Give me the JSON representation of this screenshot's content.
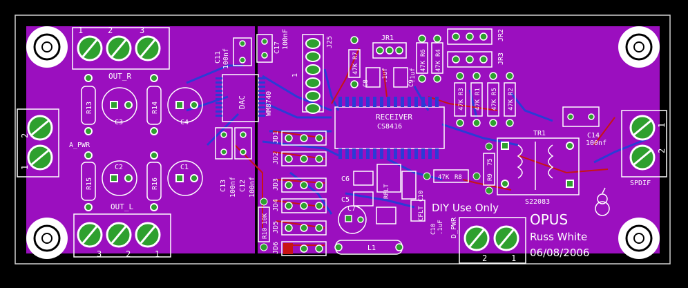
{
  "colors": {
    "background": "#000000",
    "outline": "#cfcfcf",
    "copper_fill": "#9b0fbf",
    "trace_blue": "#2b3bd6",
    "trace_red": "#c81414",
    "pad_green": "#2ea02e",
    "silk": "#ffffff"
  },
  "board": {
    "title": "OPUS",
    "author": "Russ White",
    "date": "06/08/2006",
    "notice": "DIY Use Only"
  },
  "ics": {
    "dac": {
      "name": "DAC",
      "part": "WM8740"
    },
    "receiver": {
      "name": "RECEIVER",
      "part": "CS8416"
    },
    "transformer": {
      "name": "TR1",
      "part": "S22083"
    }
  },
  "connectors": {
    "out_r": {
      "label": "OUT_R",
      "pins": [
        "1",
        "2",
        "3"
      ]
    },
    "out_l": {
      "label": "OUT_L",
      "pins": [
        "3",
        "2",
        "1"
      ]
    },
    "a_pwr": {
      "label": "A_PWR",
      "pins": [
        "2",
        "1"
      ]
    },
    "spdif": {
      "label": "SPDIF",
      "pins": [
        "1",
        "2"
      ]
    },
    "d_pwr": {
      "label": "D_PWR",
      "pins": [
        "2",
        "1"
      ]
    }
  },
  "parts": {
    "r13": "R13",
    "r14": "R14",
    "r15": "R15",
    "r16": "R16",
    "c1": "C1",
    "c2": "C2",
    "c3": "C3",
    "c4": "C4",
    "c11": "C11",
    "c11_val": "100nf",
    "c12": "C12",
    "c12_val": "100nf",
    "c13": "C13",
    "c13_val": "100nf",
    "c14": "C14",
    "c14_val": "100nf",
    "c17": "C17",
    "c17_val": "100nF",
    "c10": "C10",
    "c10_val": ".1uF",
    "c7": "C7",
    "c6": "C6",
    "c5": "C5",
    "c8": "C8",
    "c8_val": ".1uf",
    "c9": "C9",
    "c9_val": ".1uf",
    "r7": "R7",
    "r7_val": "47K",
    "r6": "R6",
    "r6_val": "47K",
    "r4": "R4",
    "r4_val": "47K",
    "r3": "R3",
    "r3_val": "47K",
    "r1": "R1",
    "r1_val": "47K",
    "r5": "R5",
    "r5_val": "47K",
    "r2": "R2",
    "r2_val": "47K",
    "r8": "R8",
    "r8_val": "47K",
    "r9": "R9",
    "r9_val": "75",
    "r10": "R10",
    "r10_val": "10K",
    "jr1": "JR1",
    "jr2": "JR2",
    "jr3": "JR3",
    "jp5": "J25",
    "jd1": "JD1",
    "jd2": "JD2",
    "jd3": "JD3",
    "jd4": "JD4",
    "jd5": "JD5",
    "jd6": "JD6",
    "l1": "L1",
    "rflt": "RFLT",
    "cflt": "CFLT",
    "cflt2": "C10",
    "pin1": "1"
  }
}
